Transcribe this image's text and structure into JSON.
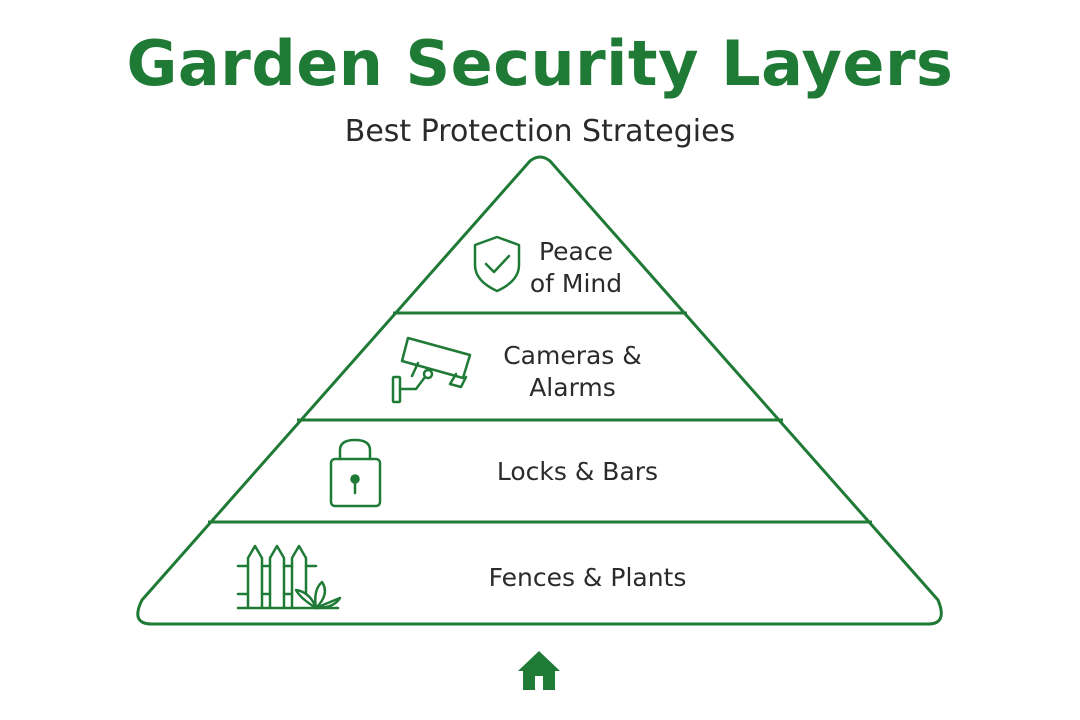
{
  "colors": {
    "primary_green": "#1f7a36",
    "text_dark": "#2b2b2b",
    "background": "#ffffff"
  },
  "title": "Garden Security Layers",
  "subtitle": "Best Protection Strategies",
  "layers": [
    {
      "label_line1": "Peace",
      "label_line2": "of Mind",
      "icon": "shield-check-icon"
    },
    {
      "label_line1": "Cameras &",
      "label_line2": "Alarms",
      "icon": "security-camera-icon"
    },
    {
      "label_line1": "Locks & Bars",
      "icon": "padlock-icon"
    },
    {
      "label_line1": "Fences & Plants",
      "icon": "fence-plant-icon"
    }
  ],
  "base_icon": "house-icon"
}
